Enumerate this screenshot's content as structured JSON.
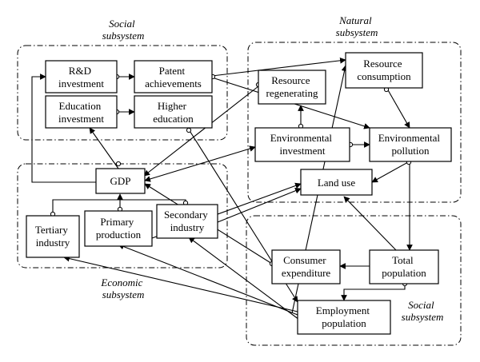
{
  "subsystems": {
    "social_top": [
      "Social",
      "subsystem"
    ],
    "natural": [
      "Natural",
      "subsystem"
    ],
    "economic": [
      "Economic",
      "subsystem"
    ],
    "social_bottom": [
      "Social",
      "subsystem"
    ]
  },
  "nodes": {
    "rd": [
      "R&D",
      "investment"
    ],
    "patent": [
      "Patent",
      "achievements"
    ],
    "edu": [
      "Education",
      "investment"
    ],
    "higher": [
      "Higher",
      "education"
    ],
    "gdp": [
      "GDP"
    ],
    "tertiary": [
      "Tertiary",
      "industry"
    ],
    "primary": [
      "Primary",
      "production"
    ],
    "secondary": [
      "Secondary",
      "industry"
    ],
    "regen": [
      "Resource",
      "regenerating"
    ],
    "consump": [
      "Resource",
      "consumption"
    ],
    "envinv": [
      "Environmental",
      "investment"
    ],
    "envpol": [
      "Environmental",
      "pollution"
    ],
    "landuse": [
      "Land use"
    ],
    "consumer": [
      "Consumer",
      "expenditure"
    ],
    "totalpop": [
      "Total",
      "population"
    ],
    "employ": [
      "Employment",
      "population"
    ]
  }
}
